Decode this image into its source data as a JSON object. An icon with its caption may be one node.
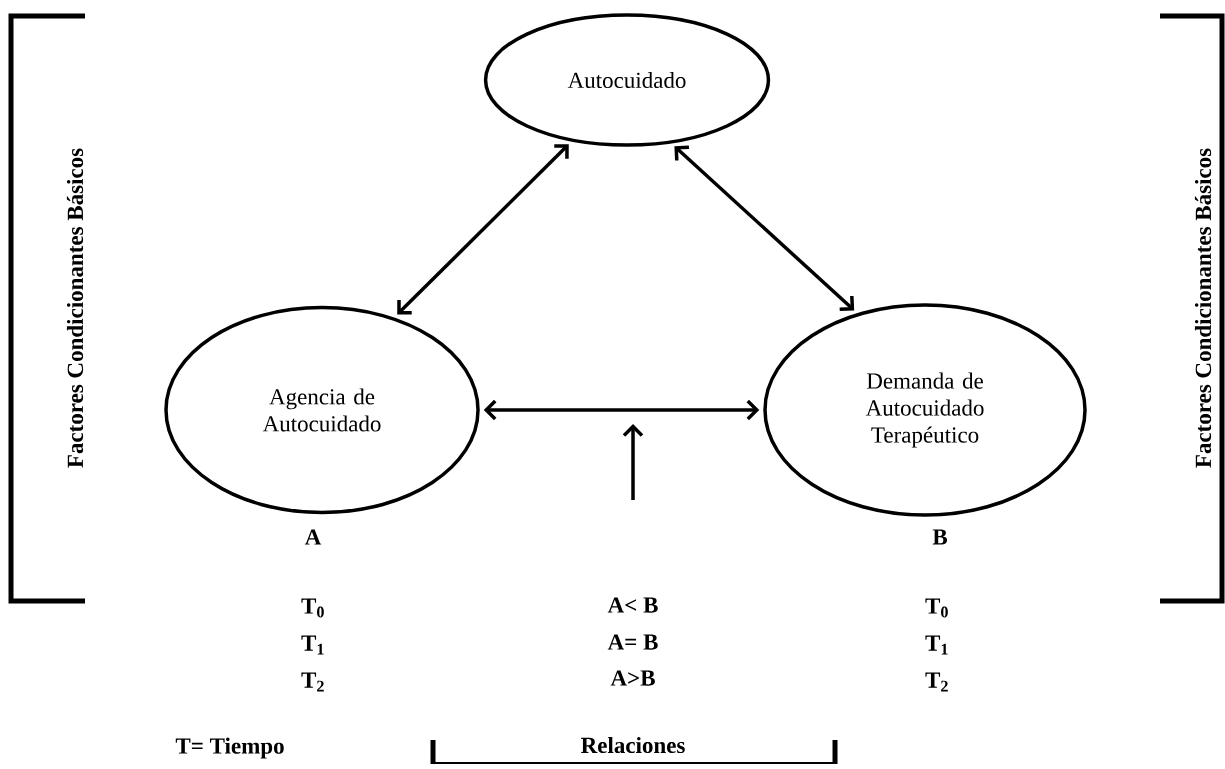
{
  "diagram": {
    "nodes": [
      {
        "text": [
          "Autocuidado"
        ]
      },
      {
        "text": [
          "Agencia de Autocuidado"
        ]
      },
      {
        "text": [
          "Demanda de Autocuidado Terapéutico"
        ]
      }
    ],
    "edges": [
      {
        "from": 0,
        "to": 1,
        "arrow": "both"
      },
      {
        "from": 0,
        "to": 2,
        "arrow": "both"
      },
      {
        "from": 1,
        "to": 2,
        "arrow": "both"
      }
    ],
    "labels": [
      "Factores Condicionantes Básicos",
      "Factores Condicionantes Básicos",
      "A",
      "B",
      "T$_{0}$",
      "A< B",
      "T$_{0}$",
      "T$_{1}$",
      "A= B",
      "T$_{1}$",
      "T$_{2}$",
      "A>B",
      "T$_{2}$",
      "T= Tiempo",
      "Relaciones"
    ]
  }
}
